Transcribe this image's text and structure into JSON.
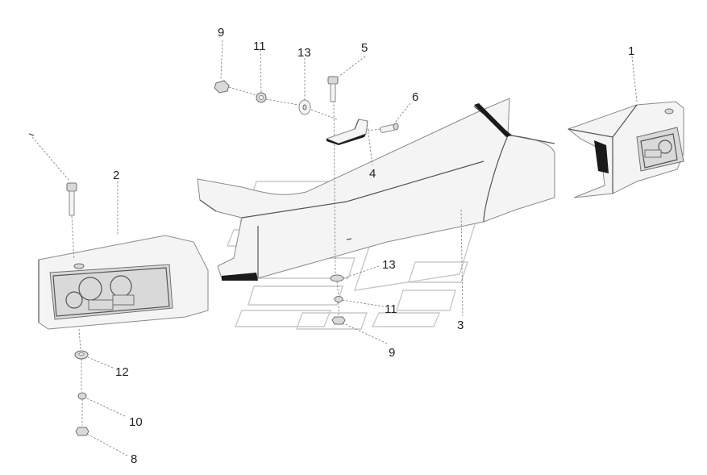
{
  "callouts": {
    "c1": "1",
    "c2": "2",
    "c3": "3",
    "c4": "4",
    "c5": "5",
    "c6": "6",
    "c8": "8",
    "c9a": "9",
    "c9b": "9",
    "c10": "10",
    "c11a": "11",
    "c11b": "11",
    "c12": "12",
    "c13a": "13",
    "c13b": "13"
  }
}
